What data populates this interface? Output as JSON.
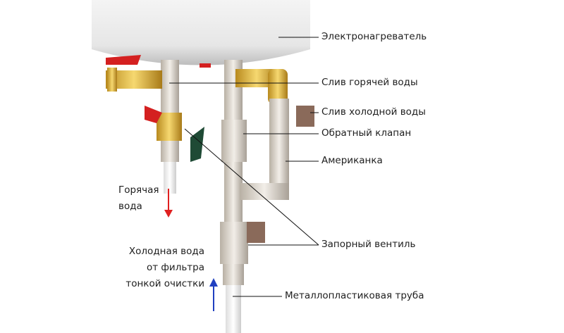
{
  "labels": {
    "heater": "Электронагреватель",
    "hot_drain": "Слив горячей воды",
    "cold_drain": "Слив холодной воды",
    "check_valve": "Обратный клапан",
    "union": "Американка",
    "shutoff_valve": "Запорный вентиль",
    "pipe": "Металлопластиковая труба"
  },
  "hot_water": {
    "line1": "Горячая",
    "line2": "вода"
  },
  "cold_water": {
    "line1": "Холодная вода",
    "line2": "от фильтра",
    "line3": "тонкой очистки"
  },
  "colors": {
    "hot_arrow": "#e02020",
    "cold_arrow": "#2040c0",
    "brass": "#d9b23a",
    "chrome": "#d8d2c8",
    "handle_red": "#d42020",
    "handle_brown": "#8a6a5a"
  }
}
